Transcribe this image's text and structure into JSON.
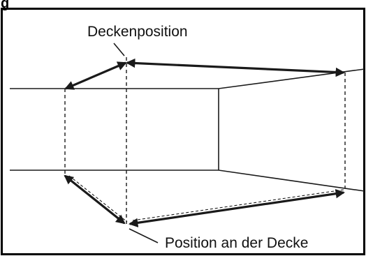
{
  "heading_fragment": "g",
  "label_top": "Deckenposition",
  "label_bottom": "Position an der Decke",
  "colors": {
    "line": "#1a1a1a",
    "frame": "#000000",
    "background": "#ffffff"
  }
}
